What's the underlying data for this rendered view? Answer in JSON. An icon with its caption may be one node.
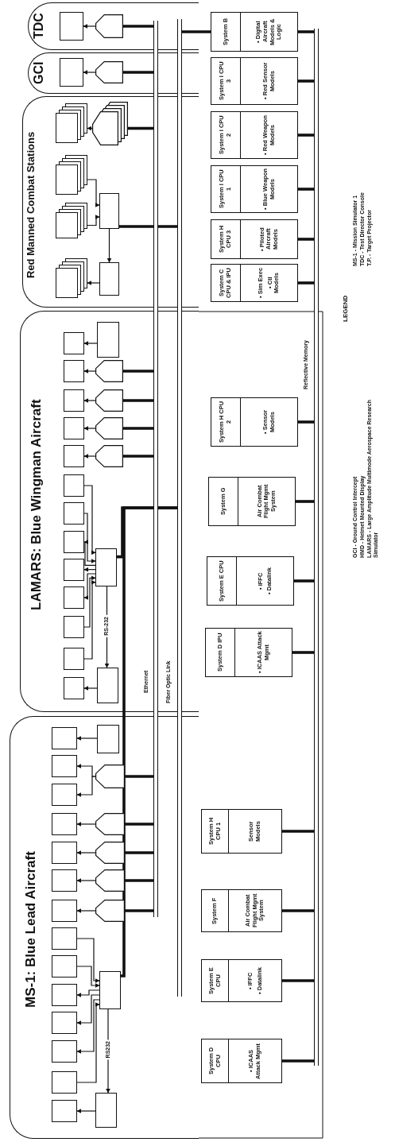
{
  "diagram": {
    "nodes": [
      {
        "text": [
          "TDC"
        ]
      },
      {
        "text": [],
        "shape": "box",
        "in": 0
      },
      {
        "text": [],
        "shape": "pentagon",
        "in": 0
      },
      {
        "text": [
          "GCI"
        ]
      },
      {
        "text": [],
        "shape": "box",
        "in": 3
      },
      {
        "text": [],
        "shape": "pentagon",
        "in": 3
      },
      {
        "text": [
          "Red Manned Combat Stations"
        ]
      },
      {
        "text": [],
        "shape": "box",
        "in": 6
      },
      {
        "text": [],
        "shape": "pentagon",
        "in": 6
      },
      {
        "text": [],
        "shape": "box",
        "in": 6
      },
      {
        "text": [],
        "shape": "box",
        "in": 6
      },
      {
        "text": [],
        "shape": "box",
        "in": 6
      },
      {
        "text": [],
        "shape": "box",
        "in": 6
      },
      {
        "text": [],
        "shape": "box",
        "in": 6
      },
      {
        "text": [
          "LAMARS: Blue Wingman Aircraft"
        ]
      },
      {
        "text": [],
        "shape": "box",
        "in": 14
      },
      {
        "text": [],
        "shape": "box",
        "in": 14
      },
      {
        "text": [],
        "shape": "box",
        "in": 14
      },
      {
        "text": [],
        "shape": "box",
        "in": 14
      },
      {
        "text": [],
        "shape": "box",
        "in": 14
      },
      {
        "text": [],
        "shape": "box",
        "in": 14
      },
      {
        "text": [],
        "shape": "box",
        "in": 14
      },
      {
        "text": [],
        "shape": "box",
        "in": 14
      },
      {
        "text": [],
        "shape": "box",
        "in": 14
      },
      {
        "text": [],
        "shape": "box",
        "in": 14
      },
      {
        "text": [],
        "shape": "box",
        "in": 14
      },
      {
        "text": [],
        "shape": "box",
        "in": 14
      },
      {
        "text": [],
        "shape": "box",
        "in": 14
      },
      {
        "text": [],
        "shape": "box",
        "in": 14
      },
      {
        "text": [],
        "shape": "pentagon",
        "in": 14
      },
      {
        "text": [],
        "shape": "pentagon",
        "in": 14
      },
      {
        "text": [],
        "shape": "pentagon",
        "in": 14
      },
      {
        "text": [],
        "shape": "pentagon",
        "in": 14
      },
      {
        "text": [],
        "shape": "box",
        "in": 14
      },
      {
        "text": [],
        "shape": "box",
        "in": 14
      },
      {
        "text": [
          "MS-1: Blue Lead Aircraft"
        ]
      },
      {
        "text": [],
        "shape": "box",
        "in": 35
      },
      {
        "text": [],
        "shape": "box",
        "in": 35
      },
      {
        "text": [],
        "shape": "box",
        "in": 35
      },
      {
        "text": [],
        "shape": "box",
        "in": 35
      },
      {
        "text": [],
        "shape": "box",
        "in": 35
      },
      {
        "text": [],
        "shape": "box",
        "in": 35
      },
      {
        "text": [],
        "shape": "box",
        "in": 35
      },
      {
        "text": [],
        "shape": "box",
        "in": 35
      },
      {
        "text": [],
        "shape": "box",
        "in": 35
      },
      {
        "text": [],
        "shape": "box",
        "in": 35
      },
      {
        "text": [],
        "shape": "box",
        "in": 35
      },
      {
        "text": [],
        "shape": "box",
        "in": 35
      },
      {
        "text": [],
        "shape": "box",
        "in": 35
      },
      {
        "text": [],
        "shape": "box",
        "in": 35
      },
      {
        "text": [],
        "shape": "box",
        "in": 35
      },
      {
        "text": [],
        "shape": "pentagon",
        "in": 35
      },
      {
        "text": [],
        "shape": "pentagon",
        "in": 35
      },
      {
        "text": [],
        "shape": "pentagon",
        "in": 35
      },
      {
        "text": [],
        "shape": "pentagon",
        "in": 35
      },
      {
        "text": [],
        "shape": "pentagon",
        "in": 35
      },
      {
        "text": [],
        "shape": "box",
        "in": 35
      },
      {
        "text": [],
        "shape": "box",
        "in": 35
      },
      {
        "text": [
          "System B",
          "• Digital Aircraft Models & Logic"
        ]
      },
      {
        "text": [
          "System I CPU 3",
          "• Red Sensor Models"
        ]
      },
      {
        "text": [
          "System I CPU 2",
          "• Red Weapon Models"
        ]
      },
      {
        "text": [
          "System I CPU 1",
          "• Blue Weapon Models"
        ]
      },
      {
        "text": [
          "System H CPU 3",
          "• Piloted Aircraft Models"
        ]
      },
      {
        "text": [
          "System C CPU & IPU",
          "• Sim Exec",
          "• Ctl Models"
        ]
      },
      {
        "text": [
          "System H CPU 2",
          "• Sensor Models"
        ]
      },
      {
        "text": [
          "System G",
          "Air Combat Flight Mgmt System"
        ]
      },
      {
        "text": [
          "System E CPU",
          "• IFFC",
          "• Datalink"
        ]
      },
      {
        "text": [
          "System D IPU",
          "• ICAAS Attack Mgmt"
        ]
      },
      {
        "text": [
          "System H CPU 1",
          "Sensor Models"
        ]
      },
      {
        "text": [
          "System F",
          "Air Combat Flight Mgmt System"
        ]
      },
      {
        "text": [
          "System E CPU",
          "• IFFC",
          "• Datalink"
        ]
      },
      {
        "text": [
          "System D CPU",
          "• ICAAS Attack Mgmt"
        ]
      },
      {
        "text": [],
        "shape": "bar",
        "beside": [
          "Ethernet"
        ]
      },
      {
        "text": [],
        "shape": "bar",
        "beside": [
          "Fiber Optic Link"
        ]
      },
      {
        "text": [],
        "shape": "bar",
        "beside": [
          "Reflective Memory"
        ]
      }
    ],
    "edges": [
      {
        "from": 2,
        "to": 1,
        "arrow": "to"
      },
      {
        "from": 5,
        "to": 4,
        "arrow": "to"
      },
      {
        "from": 8,
        "to": 7,
        "arrow": "to"
      },
      {
        "from": 9,
        "to": 11,
        "arrow": "to"
      },
      {
        "from": 10,
        "to": 11,
        "arrow": "to"
      },
      {
        "from": 11,
        "to": 13,
        "arrow": "to"
      },
      {
        "from": 13,
        "to": 12,
        "arrow": "to"
      },
      {
        "from": 28,
        "to": 15,
        "arrow": "to"
      },
      {
        "from": 29,
        "to": 16,
        "arrow": "to"
      },
      {
        "from": 30,
        "to": 17,
        "arrow": "to"
      },
      {
        "from": 31,
        "to": 18,
        "arrow": "to"
      },
      {
        "from": 32,
        "to": 19,
        "arrow": "to"
      },
      {
        "from": 20,
        "to": 33,
        "arrow": "to"
      },
      {
        "from": 21,
        "to": 33,
        "arrow": "to"
      },
      {
        "from": 33,
        "to": 22,
        "arrow": "to"
      },
      {
        "from": 33,
        "to": 23,
        "arrow": "to"
      },
      {
        "from": 33,
        "to": 24,
        "arrow": "to"
      },
      {
        "from": 25,
        "to": 33,
        "arrow": "to"
      },
      {
        "from": 26,
        "to": 33,
        "arrow": "to"
      },
      {
        "from": 33,
        "to": 34,
        "arrow": "to",
        "label": "RS-232"
      },
      {
        "from": 34,
        "to": 27,
        "arrow": "to"
      },
      {
        "from": 50,
        "to": 36,
        "arrow": "to"
      },
      {
        "from": 51,
        "to": 37,
        "arrow": "to"
      },
      {
        "from": 51,
        "to": 38,
        "arrow": "to"
      },
      {
        "from": 52,
        "to": 39,
        "arrow": "to"
      },
      {
        "from": 53,
        "to": 40,
        "arrow": "to"
      },
      {
        "from": 54,
        "to": 41,
        "arrow": "to"
      },
      {
        "from": 55,
        "to": 42,
        "arrow": "to"
      },
      {
        "from": 43,
        "to": 56,
        "arrow": "to"
      },
      {
        "from": 44,
        "to": 56,
        "arrow": "to"
      },
      {
        "from": 56,
        "to": 45,
        "arrow": "to"
      },
      {
        "from": 56,
        "to": 46,
        "arrow": "to"
      },
      {
        "from": 56,
        "to": 47,
        "arrow": "to"
      },
      {
        "from": 48,
        "to": 56,
        "arrow": "to"
      },
      {
        "from": 56,
        "to": 57,
        "arrow": "to",
        "label": "RS232"
      },
      {
        "from": 57,
        "to": 49,
        "arrow": "to"
      },
      {
        "from": 2,
        "to": 72,
        "arrow": "none",
        "style": "thick"
      },
      {
        "from": 5,
        "to": 72,
        "arrow": "none",
        "style": "thick"
      },
      {
        "from": 8,
        "to": 72,
        "arrow": "none",
        "style": "thick"
      },
      {
        "from": 29,
        "to": 72,
        "arrow": "none",
        "style": "thick"
      },
      {
        "from": 30,
        "to": 72,
        "arrow": "none",
        "style": "thick"
      },
      {
        "from": 31,
        "to": 72,
        "arrow": "none",
        "style": "thick"
      },
      {
        "from": 32,
        "to": 72,
        "arrow": "none",
        "style": "thick"
      },
      {
        "from": 51,
        "to": 72,
        "arrow": "none",
        "style": "thick"
      },
      {
        "from": 52,
        "to": 72,
        "arrow": "none",
        "style": "thick"
      },
      {
        "from": 53,
        "to": 72,
        "arrow": "none",
        "style": "thick"
      },
      {
        "from": 54,
        "to": 72,
        "arrow": "none",
        "style": "thick"
      },
      {
        "from": 55,
        "to": 72,
        "arrow": "none",
        "style": "thick"
      },
      {
        "from": 11,
        "to": 73,
        "arrow": "none",
        "style": "thick"
      },
      {
        "from": 33,
        "to": 73,
        "arrow": "none",
        "style": "thick"
      },
      {
        "from": 56,
        "to": 73,
        "arrow": "none",
        "style": "thick"
      },
      {
        "from": 58,
        "to": 73,
        "arrow": "none",
        "style": "thick"
      },
      {
        "from": 58,
        "to": 74,
        "arrow": "none",
        "style": "thick"
      },
      {
        "from": 59,
        "to": 74,
        "arrow": "none",
        "style": "thick"
      },
      {
        "from": 60,
        "to": 74,
        "arrow": "none",
        "style": "thick"
      },
      {
        "from": 61,
        "to": 74,
        "arrow": "none",
        "style": "thick"
      },
      {
        "from": 62,
        "to": 74,
        "arrow": "none",
        "style": "thick"
      },
      {
        "from": 63,
        "to": 74,
        "arrow": "none",
        "style": "thick"
      },
      {
        "from": 64,
        "to": 74,
        "arrow": "none",
        "style": "thick"
      },
      {
        "from": 65,
        "to": 74,
        "arrow": "none",
        "style": "thick"
      },
      {
        "from": 66,
        "to": 74,
        "arrow": "none",
        "style": "thick"
      },
      {
        "from": 67,
        "to": 74,
        "arrow": "none",
        "style": "thick"
      },
      {
        "from": 68,
        "to": 74,
        "arrow": "none",
        "style": "thick"
      },
      {
        "from": 69,
        "to": 74,
        "arrow": "none",
        "style": "thick"
      },
      {
        "from": 70,
        "to": 74,
        "arrow": "none",
        "style": "thick"
      },
      {
        "from": 71,
        "to": 74,
        "arrow": "none",
        "style": "thick"
      }
    ],
    "labels": [
      "LEGEND",
      "GCI - Ground Control Intercept",
      "HMD - Helmet Mounted Display",
      "LAMARS - Large Amplitude Multimode Aerospace Research Simulator",
      "MS-1 - Mission Simulator 1",
      "TDC - Test Director Console",
      "T.P. - Target Projector"
    ]
  }
}
